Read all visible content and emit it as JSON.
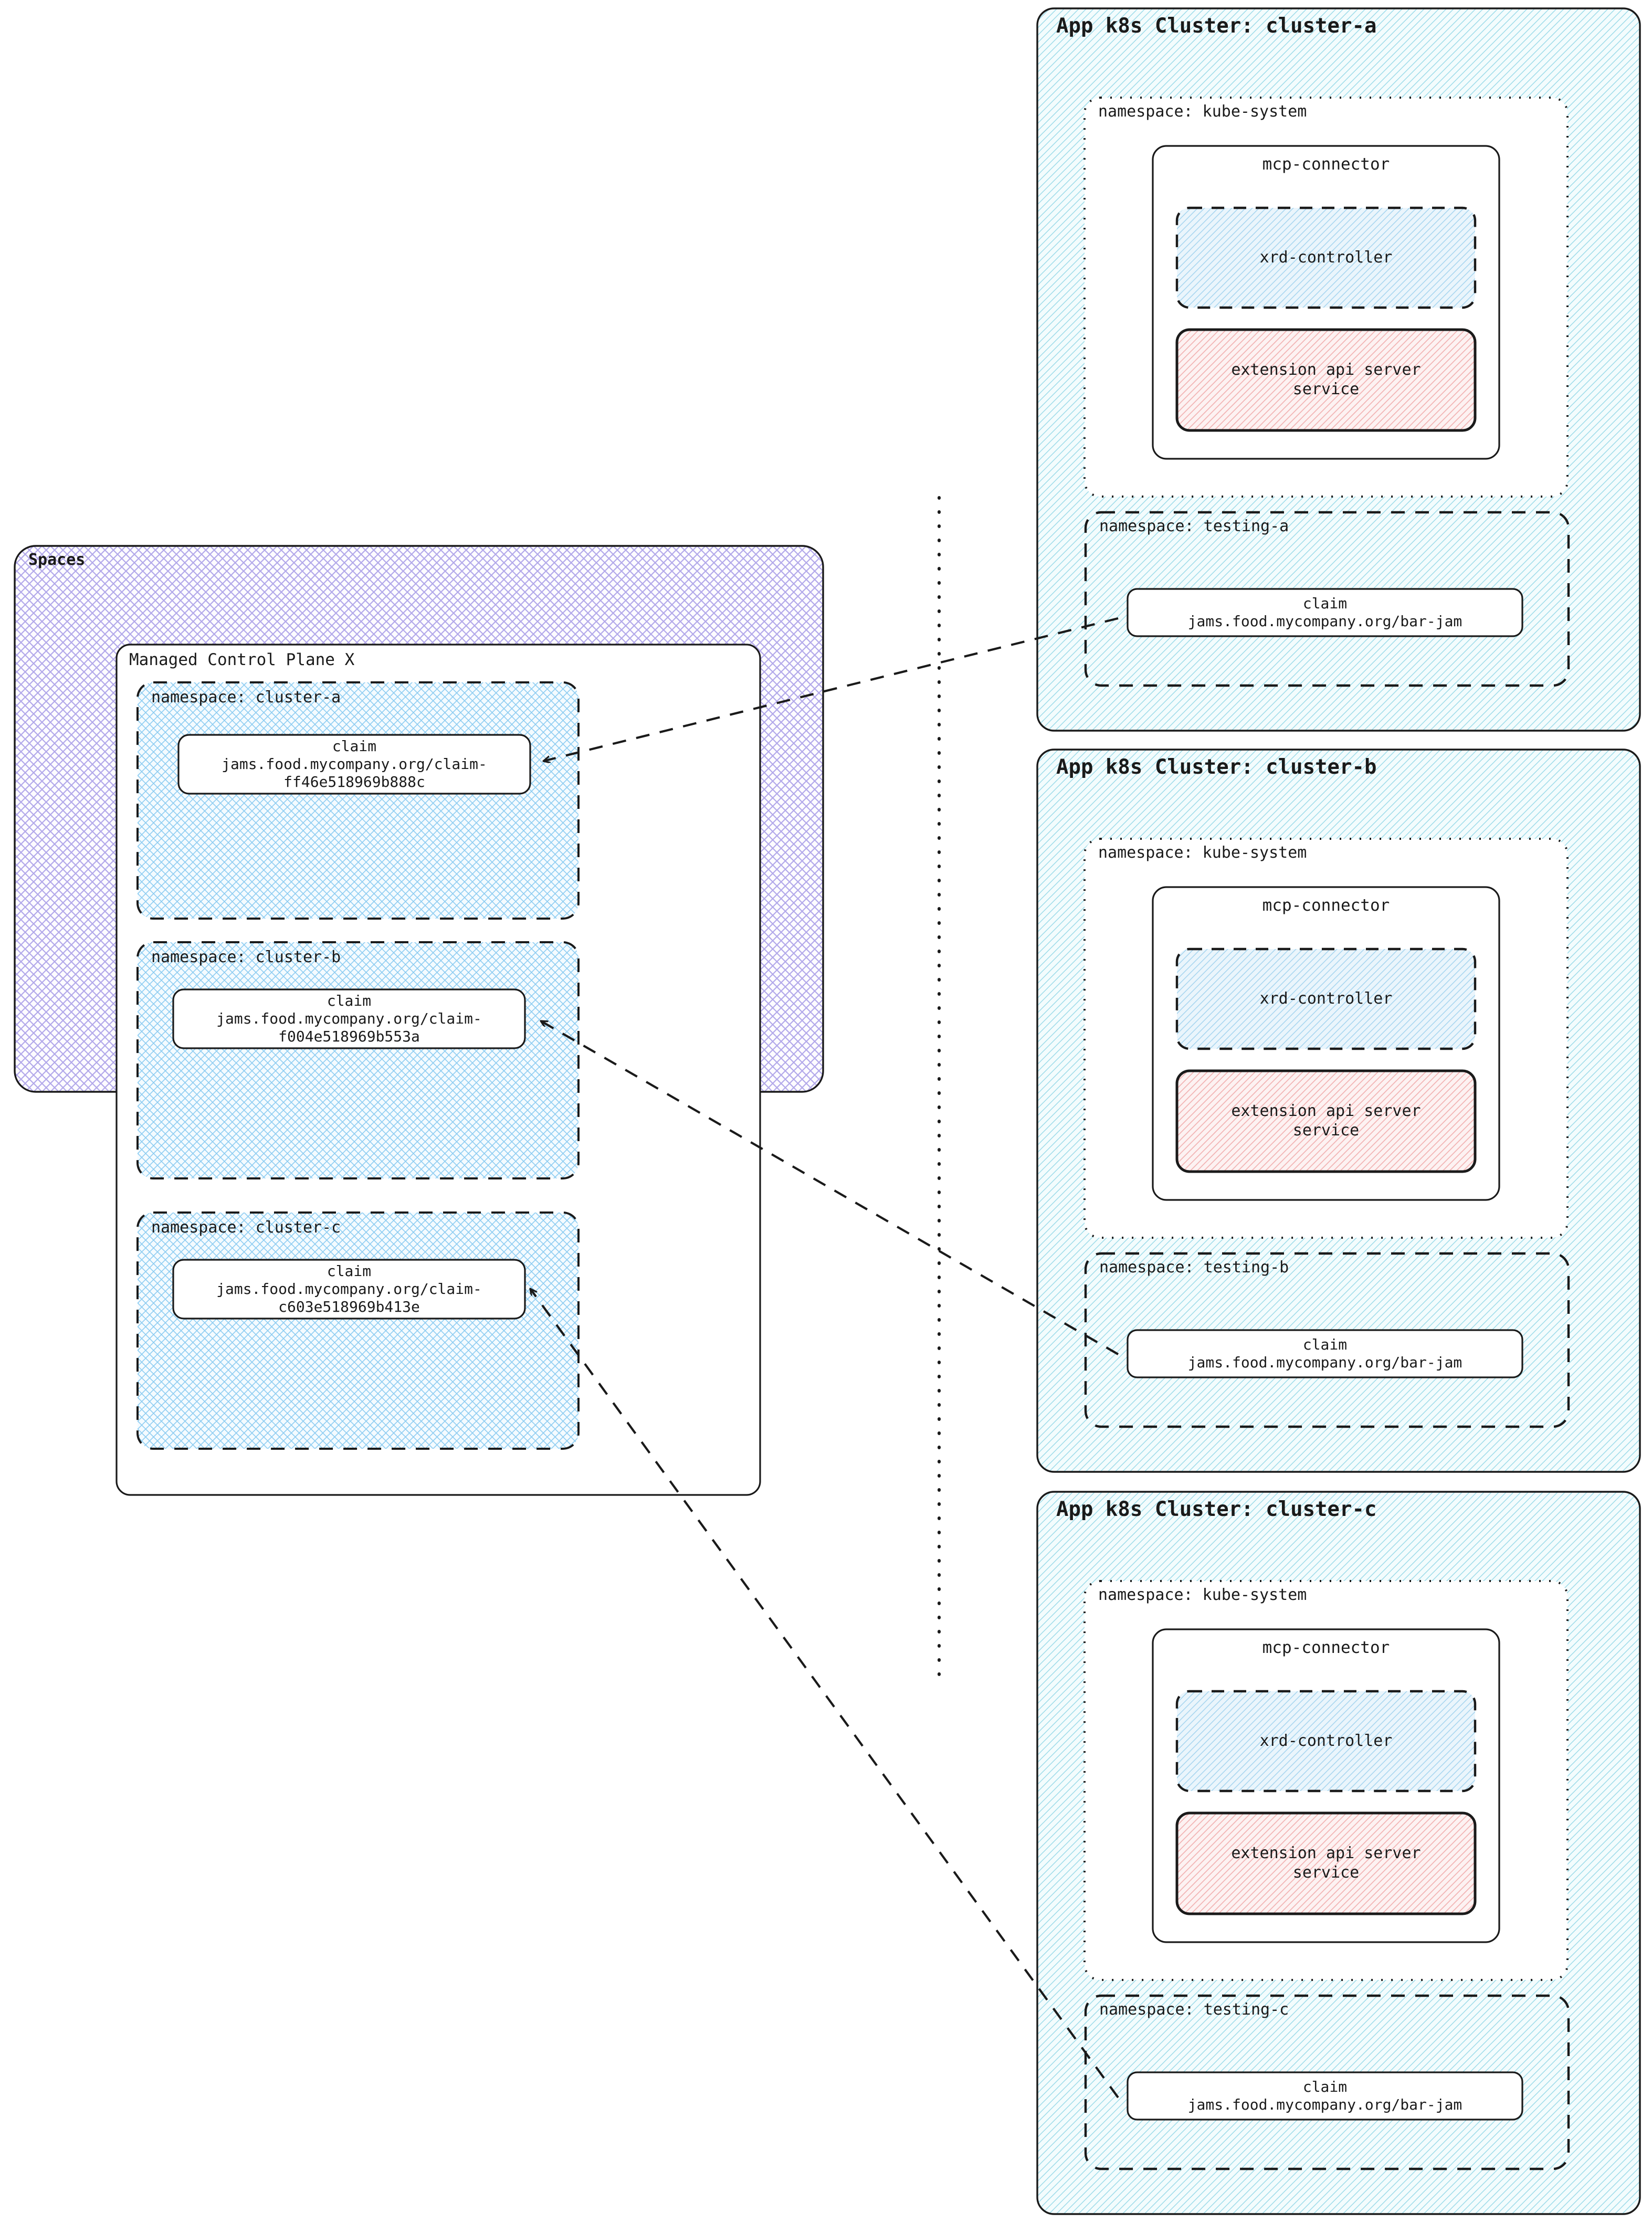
{
  "diagram": {
    "title": "Spaces managed control plane to app k8s clusters",
    "colors": {
      "spaces_hatch": "#b0a8e8",
      "cluster_hatch": "#9fdcea",
      "namespace_hatch": "#8fc9ef",
      "xrd_hatch": "#a8d4ef",
      "apiserver_hatch": "#f2b6b6",
      "stroke": "#1a1a1a",
      "background": "#ffffff"
    }
  },
  "spaces": {
    "label": "Spaces",
    "control_plane": {
      "label": "Managed Control Plane X",
      "namespaces": [
        {
          "label": "namespace: cluster-a",
          "claim": {
            "kind": "claim",
            "ref": "jams.food.mycompany.org/claim-",
            "id": "ff46e518969b888c"
          }
        },
        {
          "label": "namespace: cluster-b",
          "claim": {
            "kind": "claim",
            "ref": "jams.food.mycompany.org/claim-",
            "id": "f004e518969b553a"
          }
        },
        {
          "label": "namespace: cluster-c",
          "claim": {
            "kind": "claim",
            "ref": "jams.food.mycompany.org/claim-",
            "id": "c603e518969b413e"
          }
        }
      ]
    }
  },
  "clusters": [
    {
      "label": "App k8s Cluster: cluster-a",
      "kube_system": {
        "label": "namespace: kube-system",
        "connector": {
          "label": "mcp-connector",
          "xrd_controller": {
            "label": "xrd-controller"
          },
          "api_server": {
            "label_line1": "extension api server",
            "label_line2": "service"
          }
        }
      },
      "testing": {
        "label": "namespace: testing-a",
        "claim": {
          "kind": "claim",
          "ref": "jams.food.mycompany.org/bar-jam"
        }
      }
    },
    {
      "label": "App k8s Cluster: cluster-b",
      "kube_system": {
        "label": "namespace: kube-system",
        "connector": {
          "label": "mcp-connector",
          "xrd_controller": {
            "label": "xrd-controller"
          },
          "api_server": {
            "label_line1": "extension api server",
            "label_line2": "service"
          }
        }
      },
      "testing": {
        "label": "namespace: testing-b",
        "claim": {
          "kind": "claim",
          "ref": "jams.food.mycompany.org/bar-jam"
        }
      }
    },
    {
      "label": "App k8s Cluster: cluster-c",
      "kube_system": {
        "label": "namespace: kube-system",
        "connector": {
          "label": "mcp-connector",
          "xrd_controller": {
            "label": "xrd-controller"
          },
          "api_server": {
            "label_line1": "extension api server",
            "label_line2": "service"
          }
        }
      },
      "testing": {
        "label": "namespace: testing-c",
        "claim": {
          "kind": "claim",
          "ref": "jams.food.mycompany.org/bar-jam"
        }
      }
    }
  ]
}
